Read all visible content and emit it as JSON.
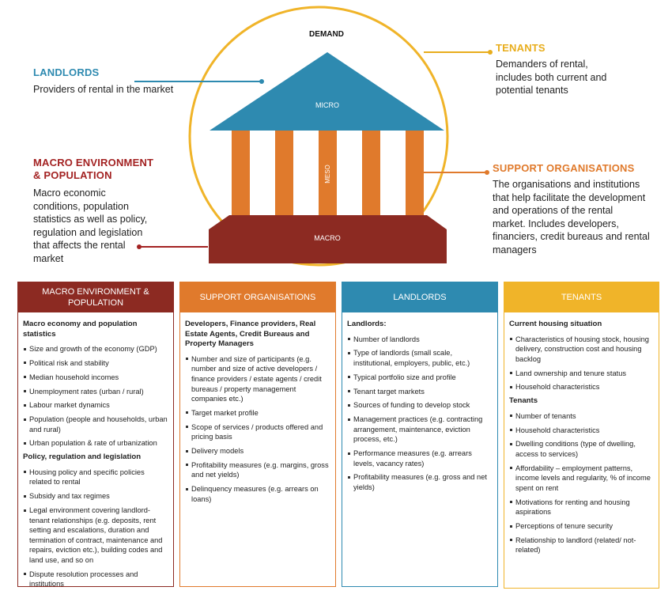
{
  "diagram": {
    "demand_label": "DEMAND",
    "micro_label": "MICRO",
    "meso_label": "MESO",
    "macro_label": "MACRO"
  },
  "callouts": {
    "landlords": {
      "title": "LANDLORDS",
      "text": "Providers of rental in the market"
    },
    "tenants": {
      "title": "TENANTS",
      "lines": [
        "Demanders of rental,",
        "includes both current and",
        "potential tenants"
      ]
    },
    "macro": {
      "title_lines": [
        "MACRO ENVIRONMENT",
        "& POPULATION"
      ],
      "lines": [
        "Macro economic",
        "conditions, population",
        "statistics as well as policy,",
        "regulation and legislation",
        "that affects the rental",
        "market"
      ]
    },
    "support": {
      "title": "SUPPORT ORGANISATIONS",
      "lines": [
        "The organisations and institutions",
        "that help facilitate the development",
        "and operations of the rental",
        "market. Includes developers,",
        "financiers, credit bureaus and rental",
        "managers"
      ]
    }
  },
  "columns": {
    "macro": {
      "header": "MACRO ENVIRONMENT & POPULATION",
      "sub1": "Macro economy and population statistics",
      "items1": [
        "Size and growth of the economy (GDP)",
        "Political risk and stability",
        "Median household incomes",
        "Unemployment rates (urban / rural)",
        "Labour market dynamics",
        "Population (people and households, urban and rural)",
        "Urban population & rate of urbanization"
      ],
      "sub2": "Policy, regulation and legislation",
      "items2": [
        "Housing policy and specific policies related to rental",
        "Subsidy and tax regimes",
        "Legal environment covering landlord-tenant relationships (e.g. deposits, rent setting and escalations, duration and termination of contract, maintenance and repairs, eviction etc.), building codes and land use, and so on",
        "Dispute resolution processes and institutions"
      ]
    },
    "support": {
      "header": "SUPPORT ORGANISATIONS",
      "sub1": "Developers, Finance providers, Real Estate Agents, Credit Bureaus and Property Managers",
      "items1": [
        "Number and size of participants (e.g. number and size of active developers / finance providers / estate agents / credit bureaus / property management companies etc.)",
        "Target market profile",
        "Scope of services / products offered and pricing basis",
        "Delivery models",
        "Profitability measures (e.g. margins, gross and net yields)",
        "Delinquency measures (e.g. arrears on loans)"
      ]
    },
    "landlords": {
      "header": "LANDLORDS",
      "sub1": "Landlords:",
      "items1": [
        "Number of landlords",
        "Type of landlords (small scale, institutional, employers, public, etc.)",
        "Typical portfolio size and profile",
        "Tenant target markets",
        "Sources of funding to develop stock",
        "Management practices (e.g. contracting arrangement, maintenance, eviction process, etc.)",
        "Performance measures (e.g. arrears levels, vacancy rates)",
        "Profitability measures (e.g. gross and net yields)"
      ]
    },
    "tenants": {
      "header": "TENANTS",
      "sub1": "Current housing situation",
      "items1": [
        "Characteristics of housing stock, housing delivery, construction cost and housing backlog",
        "Land ownership and tenure status",
        "Household characteristics"
      ],
      "sub2": "Tenants",
      "items2": [
        "Number of tenants",
        "Household characteristics",
        "Dwelling conditions (type of dwelling, access to services)",
        "Affordability – employment patterns, income levels and regularity, % of income spent on rent",
        "Motivations for renting and housing aspirations",
        "Perceptions of tenure security",
        "Relationship to landlord (related/  not-related)"
      ]
    }
  },
  "colors": {
    "blue": "#2e8ab0",
    "yellow": "#e8ad1c",
    "red": "#8c2a22",
    "orange": "#e07a2c"
  }
}
